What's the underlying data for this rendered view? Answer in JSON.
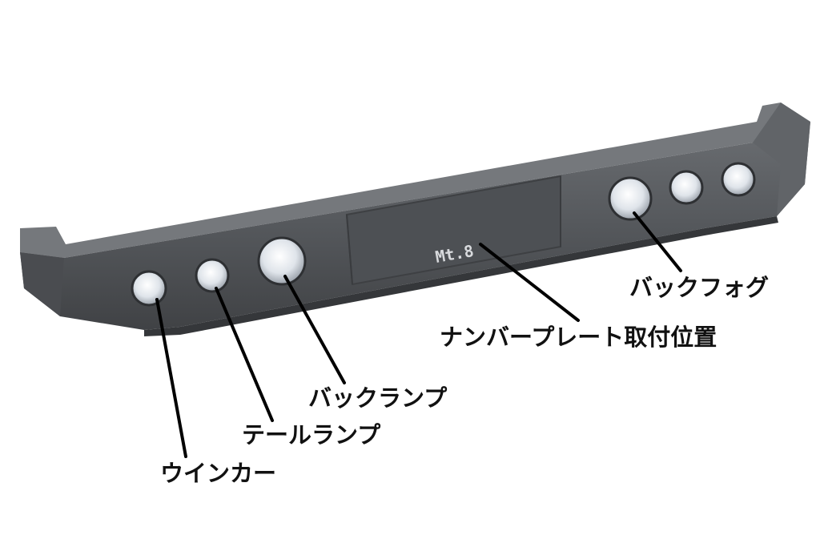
{
  "image": {
    "colors": {
      "background": "#ffffff",
      "bumper_body": "#55585c",
      "bumper_top": "#6d7074",
      "bumper_shadow": "#3c3e41",
      "lamp_lens": "#e9edf2",
      "leader_line": "#000000",
      "label_text": "#111111"
    },
    "plate_badge": "Mt.8",
    "callouts": [
      {
        "id": "turn",
        "label": "ウインカー"
      },
      {
        "id": "tail",
        "label": "テールランプ"
      },
      {
        "id": "back",
        "label": "バックランプ"
      },
      {
        "id": "plate",
        "label": "ナンバープレート取付位置"
      },
      {
        "id": "fog",
        "label": "バックフォグ"
      }
    ]
  }
}
